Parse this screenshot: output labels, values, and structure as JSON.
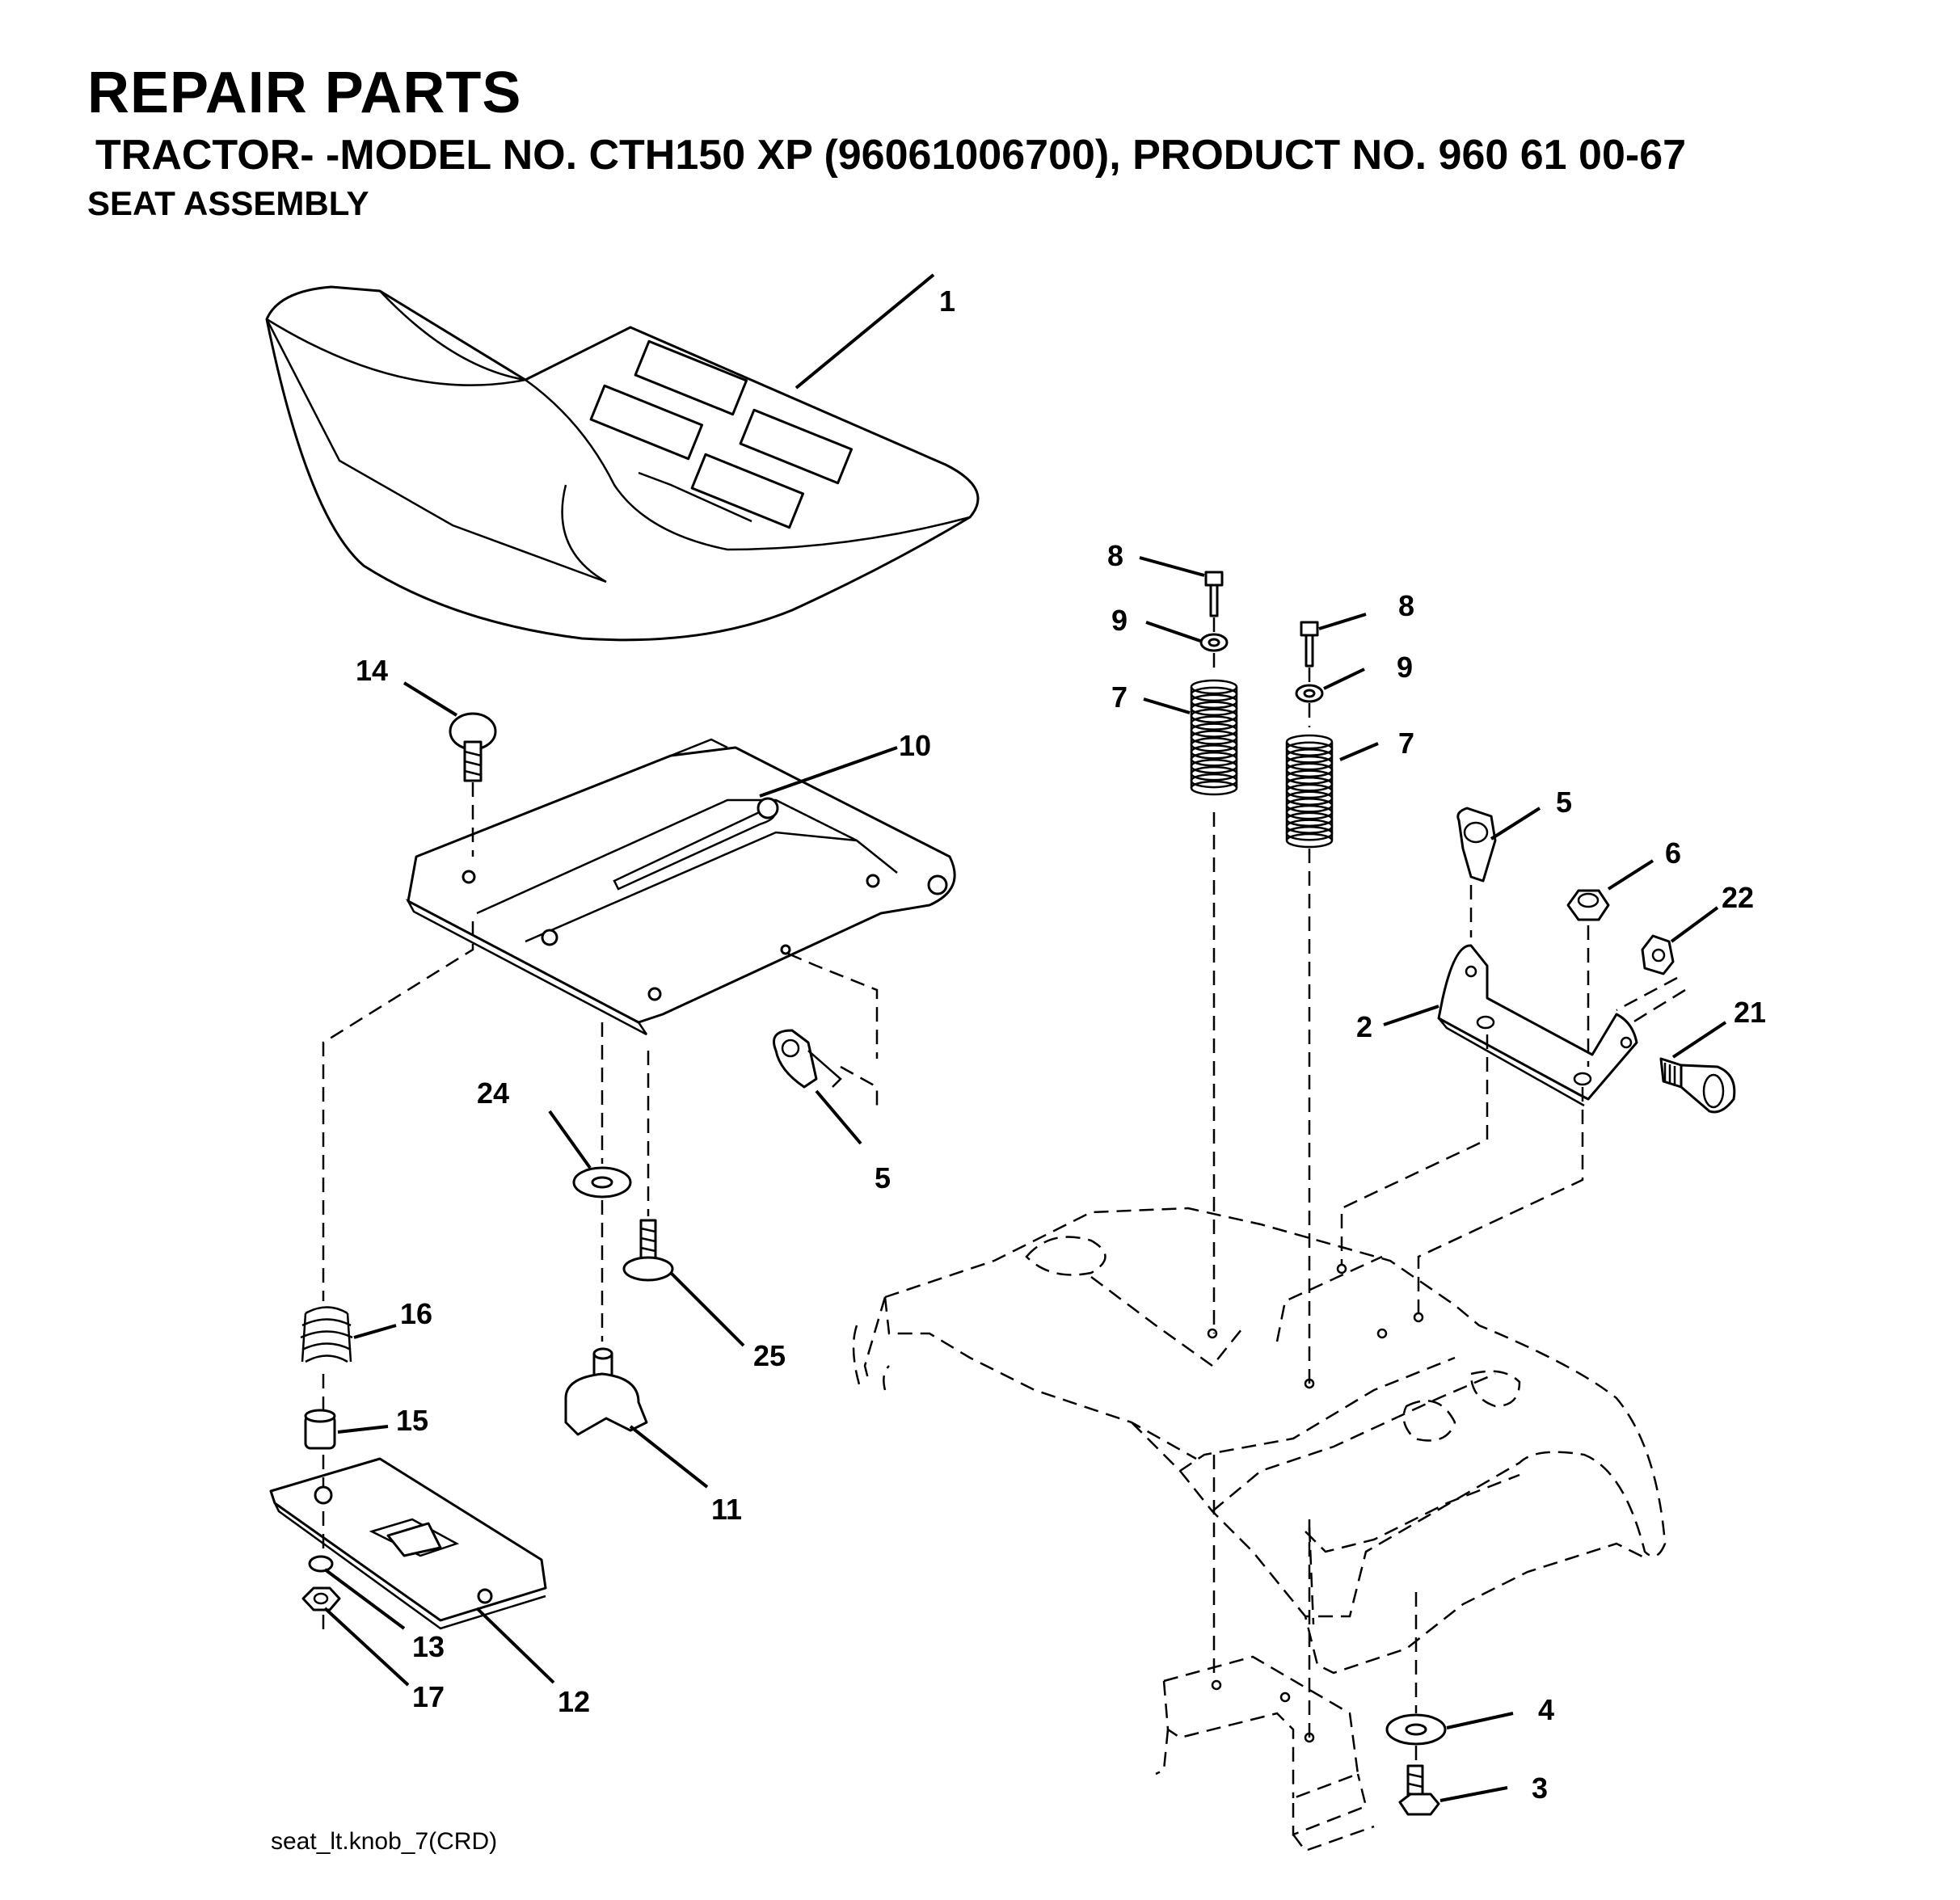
{
  "header": {
    "title": "REPAIR PARTS",
    "subtitle": "TRACTOR- -MODEL NO. CTH150 XP (96061006700), PRODUCT NO. 960 61 00-67",
    "section": "SEAT ASSEMBLY"
  },
  "footer": {
    "code": "seat_lt.knob_7(CRD)"
  },
  "callouts": {
    "c1": "1",
    "c2": "2",
    "c3": "3",
    "c4": "4",
    "c5a": "5",
    "c5b": "5",
    "c6": "6",
    "c7a": "7",
    "c7b": "7",
    "c8a": "8",
    "c8b": "8",
    "c9a": "9",
    "c9b": "9",
    "c10": "10",
    "c11": "11",
    "c12": "12",
    "c13": "13",
    "c14": "14",
    "c15": "15",
    "c16": "16",
    "c17": "17",
    "c21": "21",
    "c22": "22",
    "c24": "24",
    "c25": "25"
  }
}
